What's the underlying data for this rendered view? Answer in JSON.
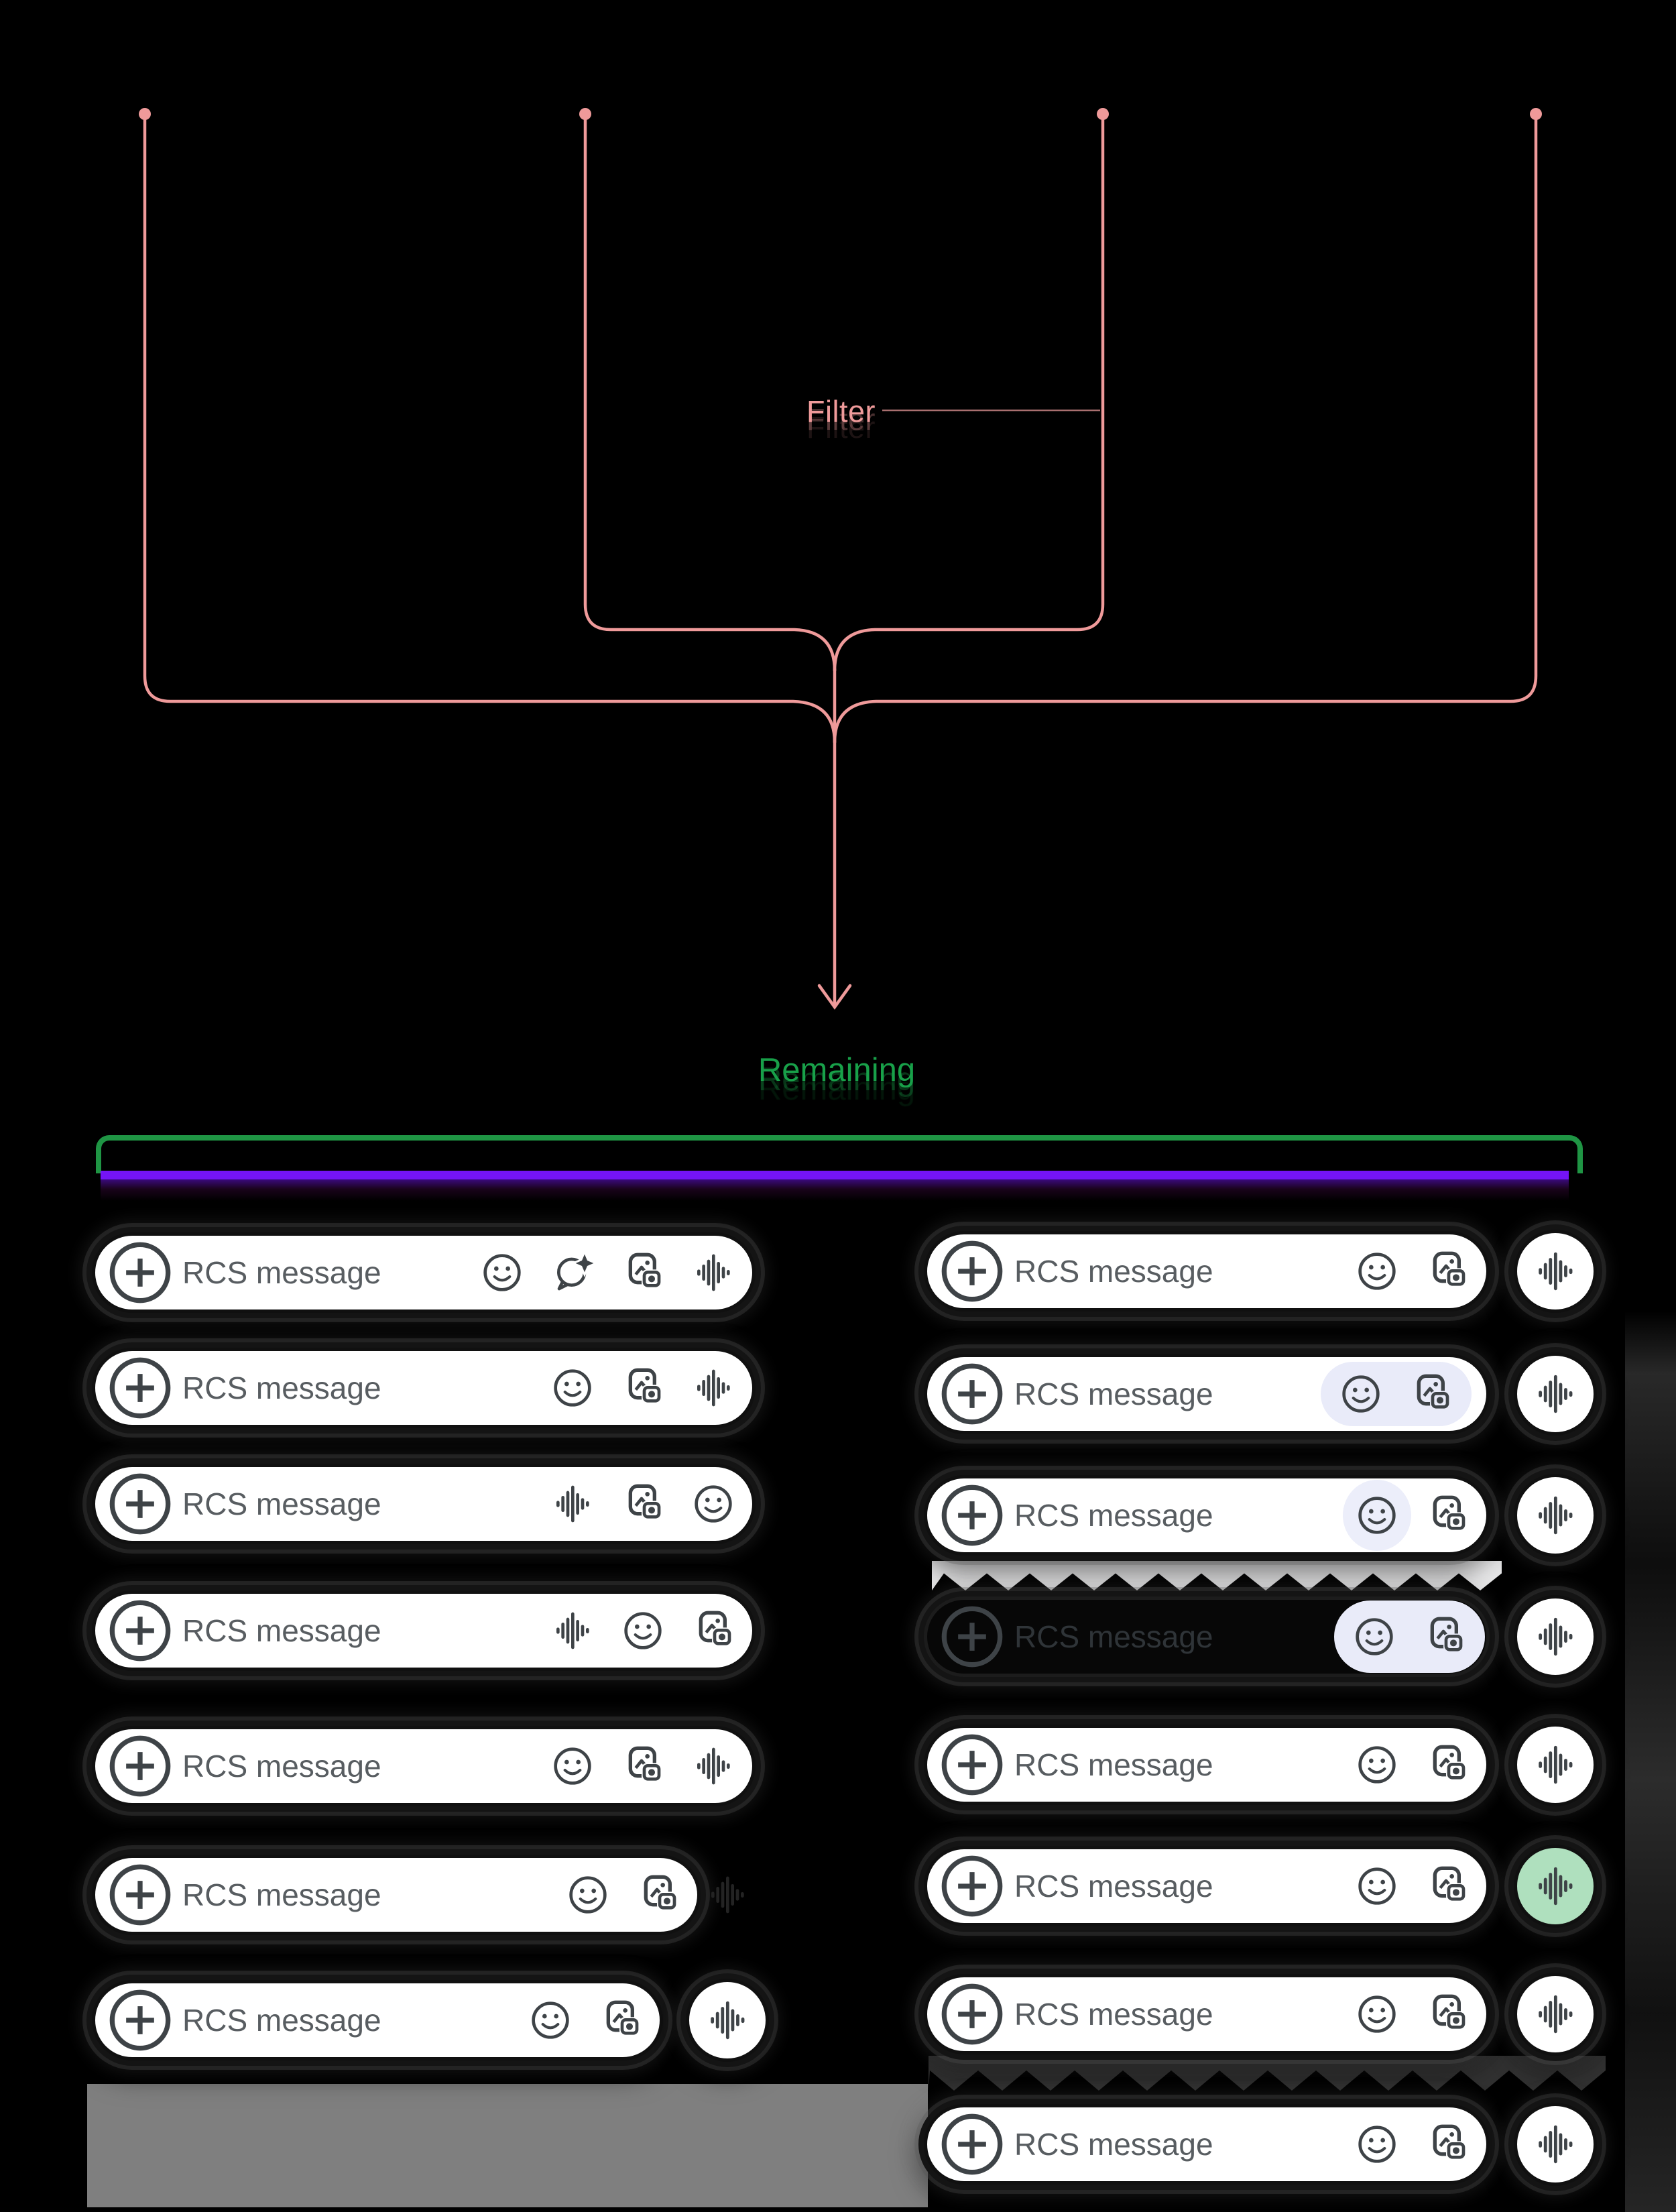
{
  "diagram": {
    "filter_label": "Filter",
    "remaining_label": "Remaining"
  },
  "colors": {
    "funnel_line_pink": "#ef9a9a",
    "remaining_green": "#18a049",
    "bracket_green": "#1f9544",
    "highlight_purple": "#7414f6",
    "selection_lavender": "#e9ebf9",
    "record_button_green": "#afe0be",
    "icon_gray": "#3e4347",
    "placeholder_gray": "#585d61",
    "backdrop_gray": "#7f7f7f"
  },
  "compose": {
    "placeholder": "RCS message"
  },
  "left_rows": [
    {
      "icons": [
        "emoji",
        "magic-compose",
        "gallery",
        "voice-wave"
      ]
    },
    {
      "icons": [
        "emoji",
        "gallery",
        "voice-wave"
      ]
    },
    {
      "icons": [
        "voice-wave",
        "gallery",
        "emoji"
      ]
    },
    {
      "icons": [
        "voice-wave",
        "emoji",
        "gallery"
      ]
    },
    {
      "icons": [
        "emoji",
        "gallery",
        "voice-wave"
      ]
    },
    {
      "icons": [
        "emoji",
        "gallery"
      ],
      "detached": "dark-wave"
    },
    {
      "icons": [
        "emoji",
        "gallery"
      ],
      "detached": "circle"
    }
  ],
  "right_rows": [
    {
      "icons": [
        "emoji",
        "gallery"
      ],
      "detached": "circle"
    },
    {
      "icons": [
        "emoji",
        "gallery"
      ],
      "detached": "circle",
      "highlight": "pill"
    },
    {
      "icons": [
        "emoji",
        "gallery"
      ],
      "detached": "circle",
      "highlight": "emoji-circle"
    },
    {
      "icons": [
        "emoji",
        "gallery"
      ],
      "detached": "circle",
      "highlight": "pill",
      "theme": "dark"
    },
    {
      "icons": [
        "emoji",
        "gallery"
      ],
      "detached": "circle"
    },
    {
      "icons": [
        "emoji",
        "gallery"
      ],
      "detached": "circle",
      "wave_bg": "green"
    },
    {
      "icons": [
        "emoji",
        "gallery"
      ],
      "detached": "circle"
    },
    {
      "icons": [
        "emoji",
        "gallery"
      ],
      "detached": "circle"
    }
  ]
}
